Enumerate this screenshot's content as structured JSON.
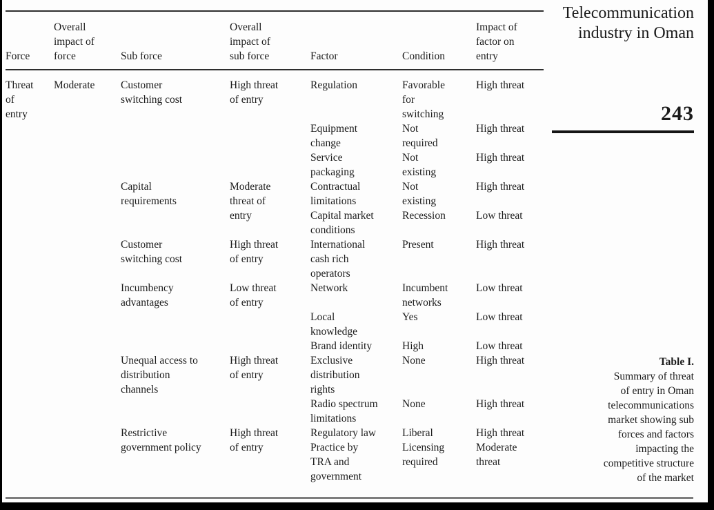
{
  "page": {
    "journal_title": "Telecommunication\nindustry in Oman",
    "page_number": "243",
    "caption": {
      "label": "Table I.",
      "text": "Summary of threat\nof entry in Oman\ntelecommunications\nmarket showing sub\nforces and factors\nimpacting the\ncompetitive structure\nof the market"
    },
    "colors": {
      "text": "#1b1b1b",
      "rule_dark": "#2e2e2e",
      "rule_gray": "#7d7d7d",
      "frame": "#000000"
    }
  },
  "table": {
    "headers": [
      "Force",
      "Overall\nimpact of\nforce",
      "Sub force",
      "Overall\nimpact of\nsub force",
      "Factor",
      "Condition",
      "Impact of\nfactor on\nentry"
    ],
    "rows": [
      {
        "cells": [
          {
            "text": "Threat\nof\nentry",
            "rowspan": 13
          },
          {
            "text": "Moderate",
            "rowspan": 13
          },
          {
            "text": "Customer\nswitching cost",
            "rowspan": 3
          },
          {
            "text": "High threat\nof entry",
            "rowspan": 3
          },
          {
            "text": "Regulation"
          },
          {
            "text": "Favorable\nfor\nswitching"
          },
          {
            "text": "High threat"
          }
        ]
      },
      {
        "cells": [
          {
            "text": "Equipment\nchange"
          },
          {
            "text": "Not\nrequired"
          },
          {
            "text": "High threat"
          }
        ]
      },
      {
        "cells": [
          {
            "text": "Service\npackaging"
          },
          {
            "text": "Not\nexisting"
          },
          {
            "text": "High threat"
          }
        ]
      },
      {
        "cells": [
          {
            "text": "Capital\nrequirements",
            "rowspan": 2
          },
          {
            "text": "Moderate\nthreat of\nentry",
            "rowspan": 2
          },
          {
            "text": "Contractual\nlimitations"
          },
          {
            "text": "Not\nexisting"
          },
          {
            "text": "High threat"
          }
        ]
      },
      {
        "cells": [
          {
            "text": "Capital market\nconditions"
          },
          {
            "text": "Recession"
          },
          {
            "text": "Low threat"
          }
        ]
      },
      {
        "cells": [
          {
            "text": "Customer\nswitching cost"
          },
          {
            "text": "High threat\nof entry"
          },
          {
            "text": "International\ncash rich\noperators"
          },
          {
            "text": "Present"
          },
          {
            "text": "High threat"
          }
        ]
      },
      {
        "cells": [
          {
            "text": "Incumbency\nadvantages",
            "rowspan": 3
          },
          {
            "text": "Low threat\nof entry",
            "rowspan": 3
          },
          {
            "text": "Network"
          },
          {
            "text": "Incumbent\nnetworks"
          },
          {
            "text": "Low threat"
          }
        ]
      },
      {
        "cells": [
          {
            "text": "Local\nknowledge"
          },
          {
            "text": "Yes"
          },
          {
            "text": "Low threat"
          }
        ]
      },
      {
        "cells": [
          {
            "text": "Brand identity"
          },
          {
            "text": "High"
          },
          {
            "text": "Low threat"
          }
        ]
      },
      {
        "cells": [
          {
            "text": "Unequal access to\ndistribution\nchannels",
            "rowspan": 2
          },
          {
            "text": "High threat\nof entry",
            "rowspan": 2
          },
          {
            "text": "Exclusive\ndistribution\nrights"
          },
          {
            "text": "None"
          },
          {
            "text": "High threat"
          }
        ]
      },
      {
        "cells": [
          {
            "text": "Radio spectrum\nlimitations"
          },
          {
            "text": "None"
          },
          {
            "text": "High threat"
          }
        ]
      },
      {
        "cells": [
          {
            "text": "Restrictive\ngovernment policy",
            "rowspan": 2
          },
          {
            "text": "High threat\nof entry",
            "rowspan": 2
          },
          {
            "text": "Regulatory law"
          },
          {
            "text": "Liberal"
          },
          {
            "text": "High threat"
          }
        ]
      },
      {
        "cells": [
          {
            "text": "Practice by\nTRA and\ngovernment"
          },
          {
            "text": "Licensing\nrequired"
          },
          {
            "text": "Moderate\nthreat"
          }
        ]
      }
    ]
  }
}
